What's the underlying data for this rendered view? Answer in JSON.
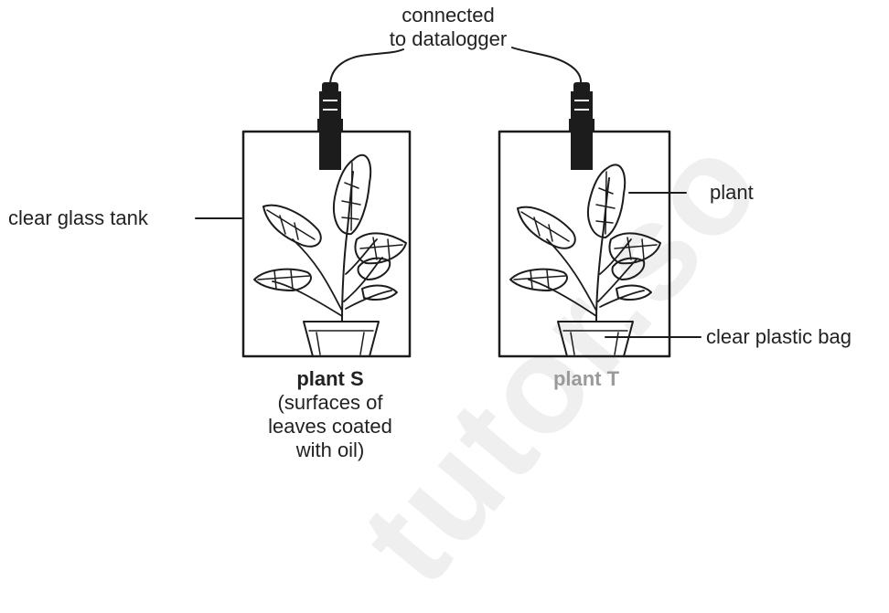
{
  "labels": {
    "datalogger_line1": "connected",
    "datalogger_line2": "to datalogger",
    "tank": "clear glass tank",
    "plant": "plant",
    "bag": "clear plastic bag",
    "plant_s_title": "plant S",
    "plant_s_note_1": "(surfaces of",
    "plant_s_note_2": "leaves coated",
    "plant_s_note_3": "with oil)",
    "plant_t_title": "plant T"
  },
  "watermark": "tutor.so",
  "colors": {
    "ink": "#1c1c1c",
    "text": "#222222",
    "watermark": "#e3e3e3"
  }
}
